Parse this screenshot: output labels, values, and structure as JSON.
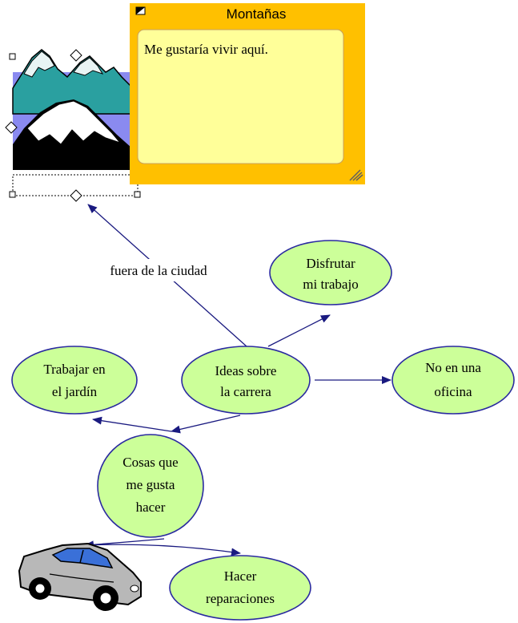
{
  "colors": {
    "node_fill": "#ccff99",
    "node_stroke": "#2a2aa0",
    "link": "#1a1a80",
    "note_frame": "#ffc000",
    "note_body": "#ffff99",
    "sky": "#8a8af0",
    "mountain_dark": "#000000",
    "mountain_teal": "#2aa0a0",
    "car_body": "#b8b8b8",
    "car_window": "#3a70d8"
  },
  "note": {
    "title": "Montañas",
    "text": "Me gustaría vivir aquí.",
    "icon": "minimize-box-icon",
    "resize_icon": "resize-grip-icon"
  },
  "images": {
    "mountains": "mountains-clipart",
    "car": "car-clipart"
  },
  "nodes": {
    "center": [
      "Ideas sobre",
      "la carrera"
    ],
    "disfrutar": [
      "Disfrutar",
      "mi trabajo"
    ],
    "oficina": [
      "No en una",
      "oficina"
    ],
    "jardin": [
      "Trabajar en",
      "el jardín"
    ],
    "cosas": [
      "Cosas que",
      "me gusta",
      "hacer"
    ],
    "reparaciones": [
      "Hacer",
      "reparaciones"
    ]
  },
  "links": {
    "ciudad_label": "fuera de la ciudad"
  }
}
